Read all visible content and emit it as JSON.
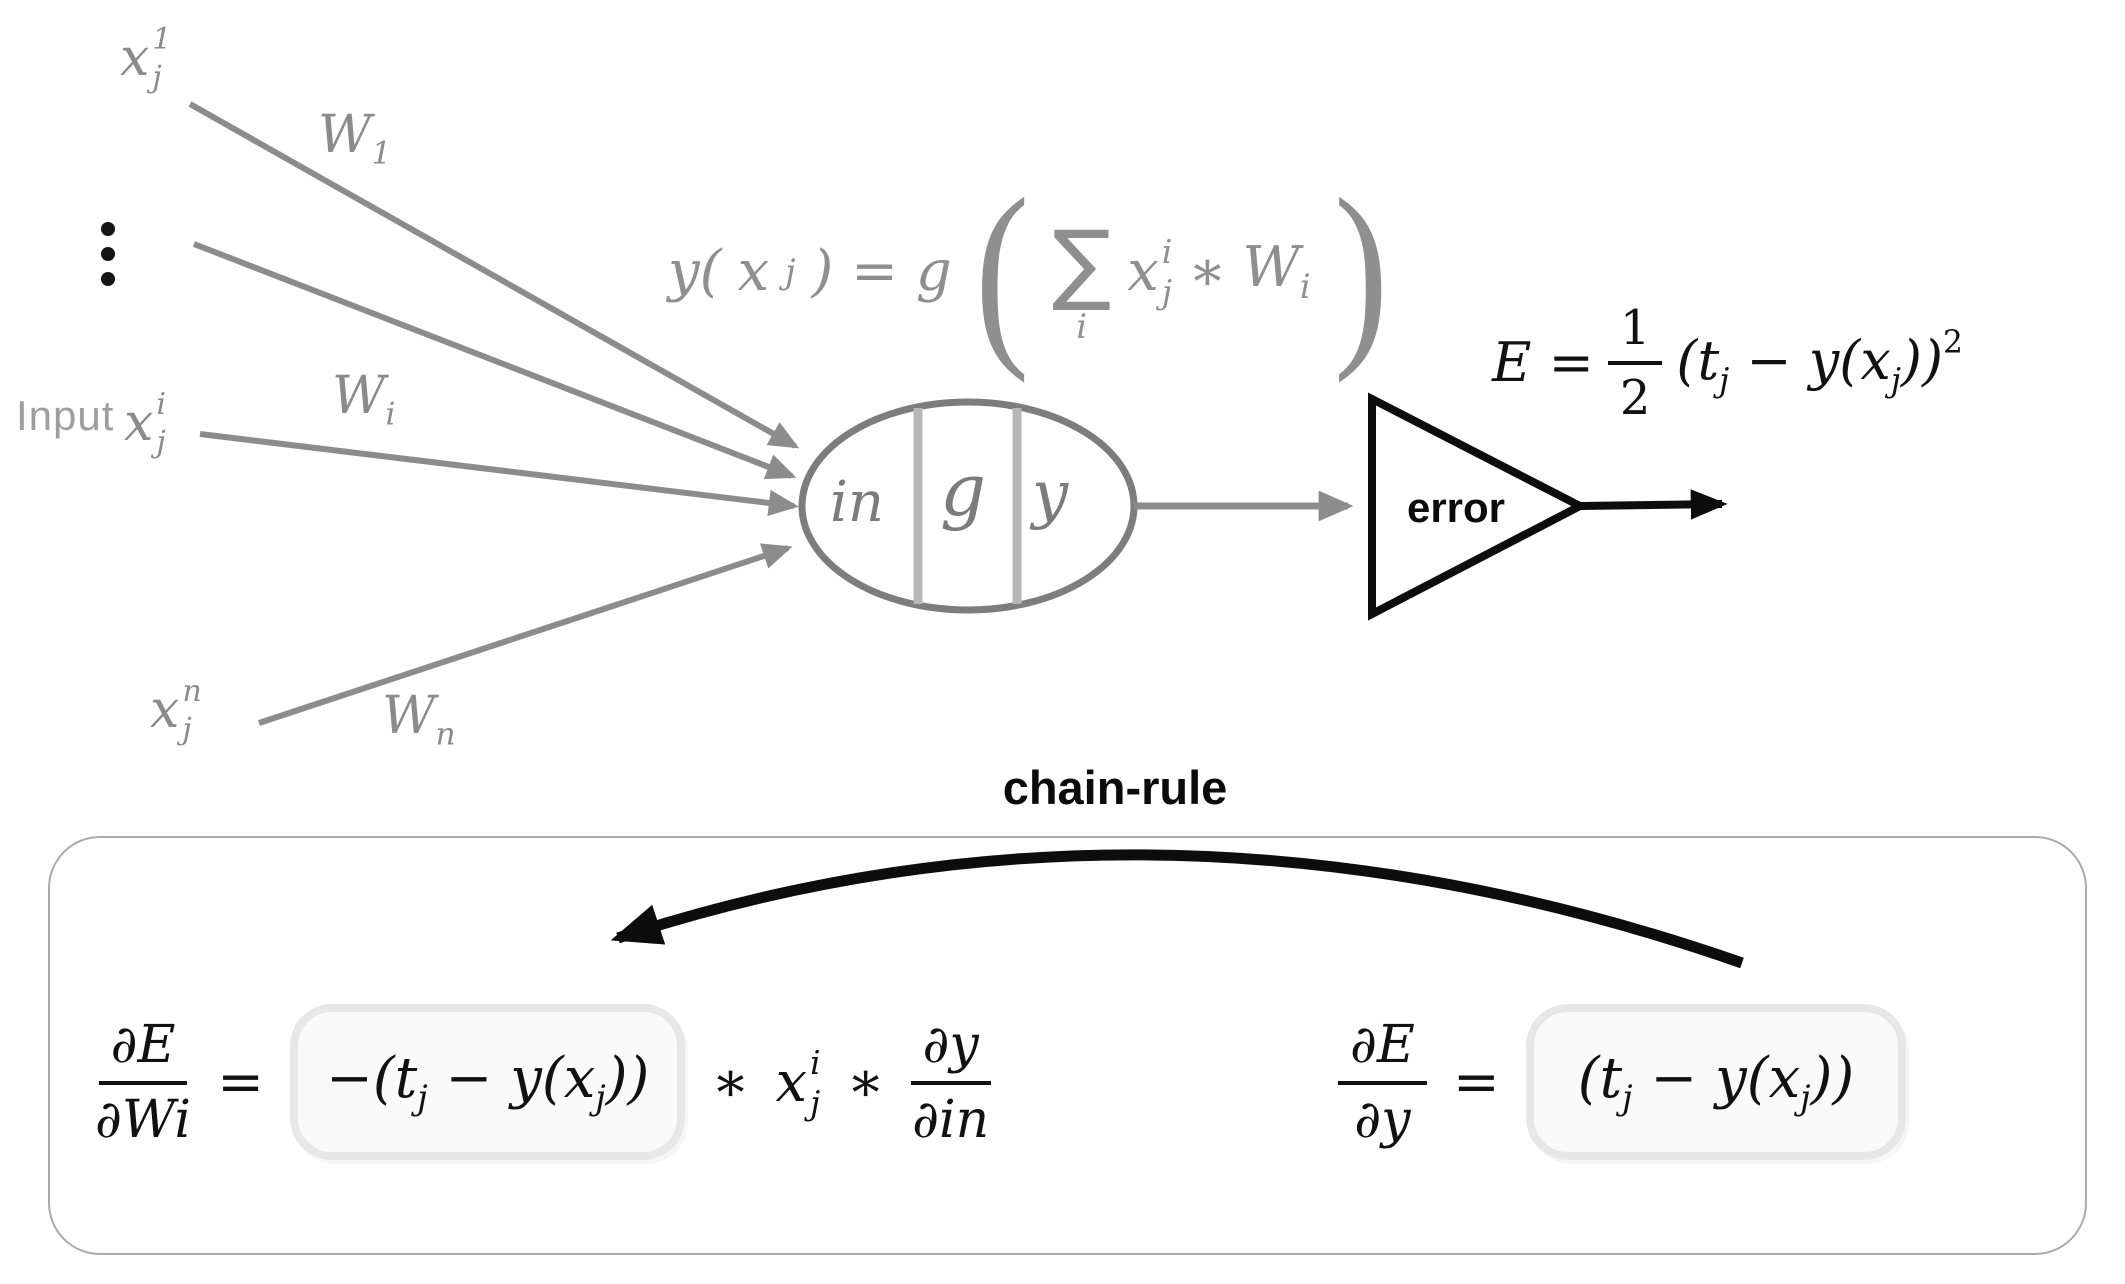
{
  "palette": {
    "line_gray": "#8c8c8c",
    "label_gray": "#8b8b8b",
    "neuron_gray": "#7c7c7c",
    "divider_gray": "#b7b7b7",
    "black": "#0d0d0d",
    "box_fill": "#fafafa",
    "box_border": "#e7e7e7",
    "panel_border": "#ababab"
  },
  "top": {
    "input_label": "Input",
    "x1": {
      "base": "x",
      "sup": "1",
      "sub": "j"
    },
    "xi": {
      "base": "x",
      "sup": "i",
      "sub": "j"
    },
    "xn": {
      "base": "x",
      "sup": "n",
      "sub": "j"
    },
    "w1": {
      "base": "W",
      "sub": "1"
    },
    "wi": {
      "base": "W",
      "sub": "i"
    },
    "wn": {
      "base": "W",
      "sub": "n"
    }
  },
  "neuron": {
    "in": "in",
    "g": "g",
    "y": "y"
  },
  "activation": {
    "head": "y(",
    "head_x": "x",
    "head_sub": "j",
    "eq": ") = g",
    "lparen": "(",
    "sum": "∑",
    "sum_sub": "i",
    "x": "x",
    "x_sup": "i",
    "x_sub": "j",
    "star": "∗",
    "w": "W",
    "w_sub": "i",
    "rparen": ")"
  },
  "error_unit": {
    "label": "error"
  },
  "loss": {
    "lhs": "E =",
    "num": "1",
    "den": "2",
    "open": "(t",
    "t_sub": "j",
    "mid": " − y(x",
    "x_sub": "j",
    "close": "))",
    "exp": "2"
  },
  "chain": {
    "label": "chain-rule"
  },
  "grad_w": {
    "num": "∂E",
    "den": "∂Wi",
    "eq": "=",
    "neg_open": "−(t",
    "t_sub": "j",
    "mid": " − y(x",
    "x_sub": "j",
    "close": "))",
    "star1": "∗",
    "x": "x",
    "x_sup": "i",
    "star2": "∗",
    "dy_num": "∂y",
    "dy_den": "∂in"
  },
  "grad_y": {
    "num": "∂E",
    "den": "∂y",
    "eq": "=",
    "open": "(t",
    "t_sub": "j",
    "mid": " − y(x",
    "x_sub": "j",
    "close": "))"
  }
}
